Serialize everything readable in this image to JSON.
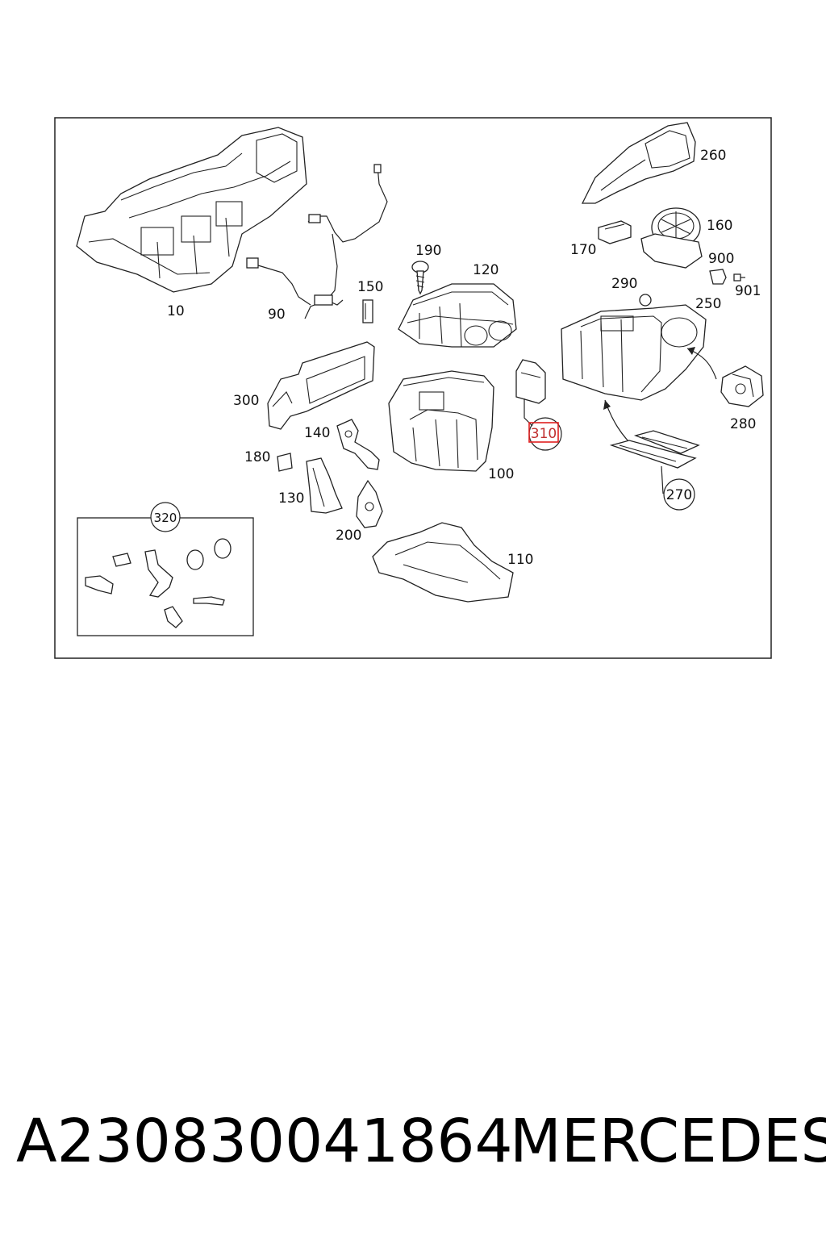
{
  "diagram": {
    "callouts": {
      "c10": "10",
      "c90": "90",
      "c150": "150",
      "c190": "190",
      "c120": "120",
      "c260": "260",
      "c160": "160",
      "c170": "170",
      "c900": "900",
      "c901": "901",
      "c290": "290",
      "c250": "250",
      "c280": "280",
      "c300": "300",
      "c140": "140",
      "c180": "180",
      "c130": "130",
      "c200": "200",
      "c100": "100",
      "c310": "310",
      "c270": "270",
      "c320": "320",
      "c110": "110"
    },
    "highlight": {
      "callout": "310",
      "color": "#e02020"
    }
  },
  "caption": {
    "part_number": "A230830041864",
    "brand": "MERCEDES"
  }
}
